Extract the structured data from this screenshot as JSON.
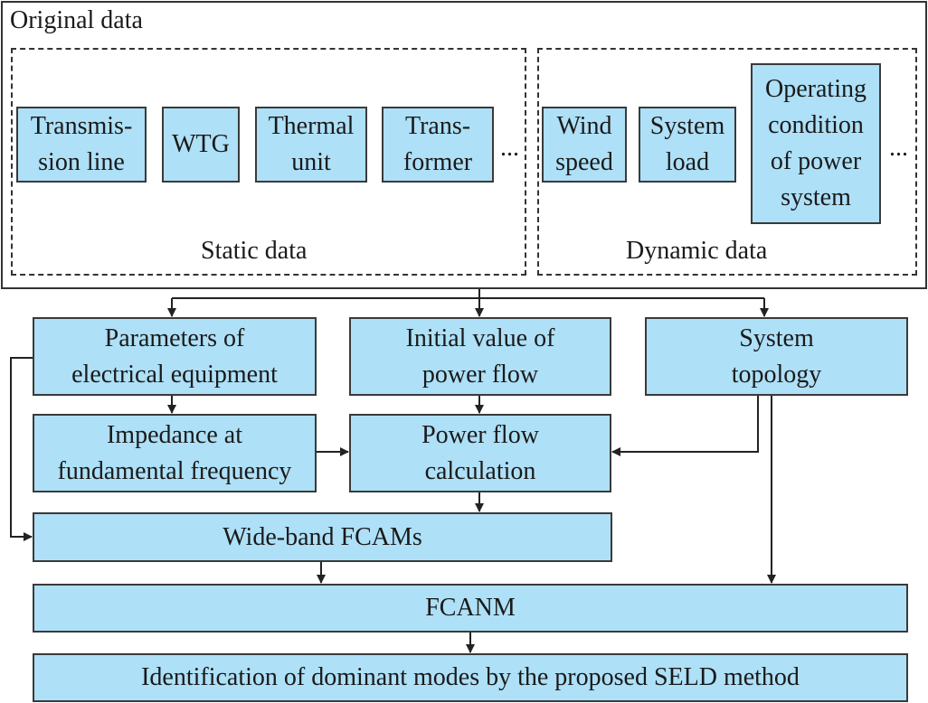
{
  "original": {
    "title": "Original data",
    "static_label": "Static data",
    "dynamic_label": "Dynamic data",
    "ellipsis": "...",
    "static_items": [
      {
        "line1": "Transmis-",
        "line2": "sion line"
      },
      {
        "line1": "WTG"
      },
      {
        "line1": "Thermal",
        "line2": "unit"
      },
      {
        "line1": "Trans-",
        "line2": "former"
      }
    ],
    "dynamic_items": [
      {
        "line1": "Wind",
        "line2": "speed"
      },
      {
        "line1": "System",
        "line2": "load"
      },
      {
        "line1": "Operating",
        "line2": "condition",
        "line3": "of power",
        "line4": "system"
      }
    ]
  },
  "flow": {
    "params": {
      "line1": "Parameters of",
      "line2": "electrical equipment"
    },
    "initial": {
      "line1": "Initial value of",
      "line2": "power flow"
    },
    "topology": {
      "line1": "System",
      "line2": "topology"
    },
    "impedance": {
      "line1": "Impedance at",
      "line2": "fundamental frequency"
    },
    "powerflow": {
      "line1": "Power flow",
      "line2": "calculation"
    },
    "fcams": "Wide-band FCAMs",
    "fcanm": "FCANM",
    "identification": "Identification of dominant modes by the proposed SELD method"
  }
}
